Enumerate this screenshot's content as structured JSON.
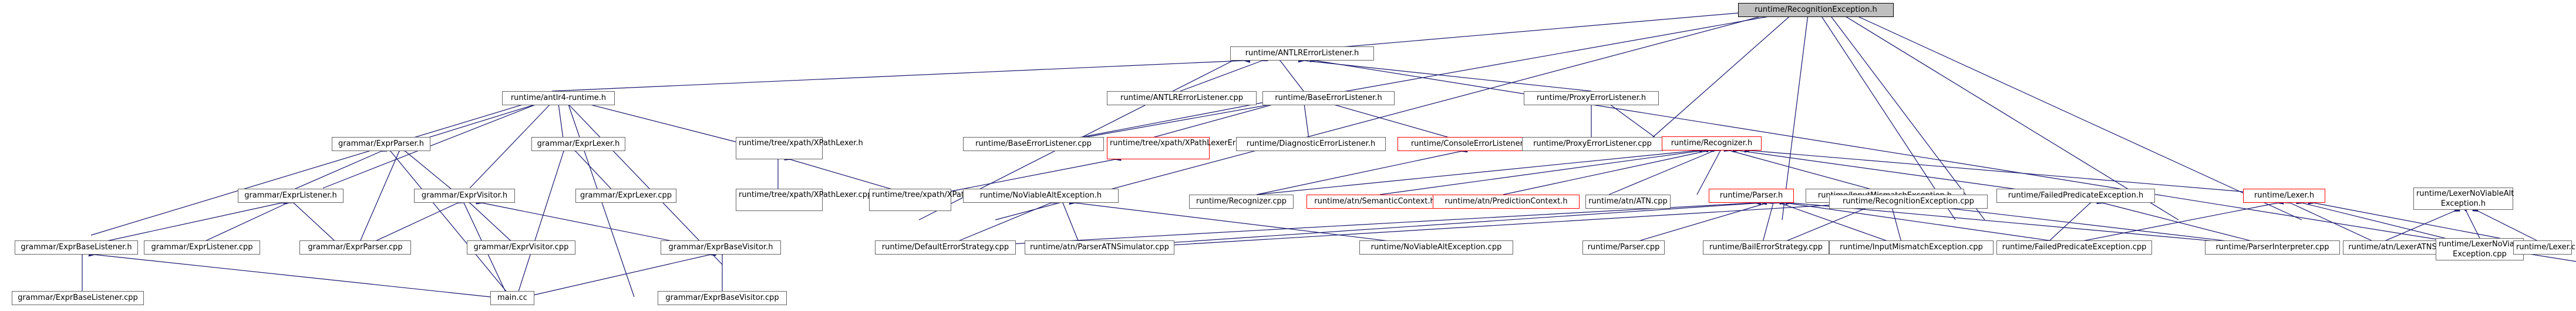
{
  "colors": {
    "edge": "#191970",
    "border": "#666666",
    "highlight": "#ff0000",
    "root_fill": "#bfbfbf"
  },
  "nodes": {
    "recognition_exception_h": "runtime/RecognitionException.h",
    "antlr_error_listener_h": "runtime/ANTLRErrorListener.h",
    "antlr4_runtime_h": "runtime/antlr4-runtime.h",
    "antlr_error_listener_cpp": "runtime/ANTLRErrorListener.cpp",
    "base_error_listener_h": "runtime/BaseErrorListener.h",
    "proxy_error_listener_h": "runtime/ProxyErrorListener.h",
    "expr_parser_h": "grammar/ExprParser.h",
    "expr_lexer_h": "grammar/ExprLexer.h",
    "xpath_lexer_h": "runtime/tree/xpath/XPathLexer.h",
    "base_error_listener_cpp": "runtime/BaseErrorListener.cpp",
    "xpath_lexer_error_listener_h": "runtime/tree/xpath/XPathLexerErrorListener.h",
    "diagnostic_error_listener_h": "runtime/DiagnosticErrorListener.h",
    "console_error_listener_h": "runtime/ConsoleErrorListener.h",
    "proxy_error_listener_cpp": "runtime/ProxyErrorListener.cpp",
    "recognizer_h": "runtime/Recognizer.h",
    "expr_listener_h": "grammar/ExprListener.h",
    "expr_visitor_h": "grammar/ExprVisitor.h",
    "expr_lexer_cpp": "grammar/ExprLexer.cpp",
    "xpath_lexer_cpp": "runtime/tree/xpath/XPathLexer.cpp",
    "xpath_cpp": "runtime/tree/xpath/XPath.cpp",
    "no_viable_alt_exception_h": "runtime/NoViableAltException.h",
    "recognizer_cpp": "runtime/Recognizer.cpp",
    "semantic_error_h": "runtime/atn/SemanticContext.h",
    "prediction_context_h": "runtime/atn/PredictionContext.h",
    "atn_h": "runtime/atn/ATN.cpp",
    "parser_h": "runtime/Parser.h",
    "input_mismatch_exception_h": "runtime/InputMismatchException.h",
    "recognition_exception_cpp": "runtime/RecognitionException.cpp",
    "failed_predicate_exception_h": "runtime/FailedPredicateException.h",
    "lexer_h": "runtime/Lexer.h",
    "lexer_no_viable_alt_exception_h_1": "runtime/LexerNoViableAlt",
    "lexer_no_viable_alt_exception_h_2": "Exception.h",
    "expr_base_listener_h": "grammar/ExprBaseListener.h",
    "expr_listener_cpp": "grammar/ExprListener.cpp",
    "expr_parser_cpp": "grammar/ExprParser.cpp",
    "expr_visitor_cpp": "grammar/ExprVisitor.cpp",
    "expr_base_visitor_h": "grammar/ExprBaseVisitor.h",
    "default_error_strategy_cpp": "runtime/DefaultErrorStrategy.cpp",
    "parser_atn_simulator_cpp": "runtime/atn/ParserATNSimulator.cpp",
    "no_viable_alt_exception_cpp": "runtime/NoViableAltException.cpp",
    "parser_cpp": "runtime/Parser.cpp",
    "bail_error_strategy_cpp": "runtime/BailErrorStrategy.cpp",
    "input_mismatch_exception_cpp": "runtime/InputMismatchException.cpp",
    "failed_predicate_exception_cpp": "runtime/FailedPredicateException.cpp",
    "parser_interpreter_cpp": "runtime/ParserInterpreter.cpp",
    "lexer_atn_simulator_cpp": "runtime/atn/LexerATNSimulator.cpp",
    "lexer_no_viable_alt_exception_cpp_1": "runtime/LexerNoViableAlt",
    "lexer_no_viable_alt_exception_cpp_2": "Exception.cpp",
    "lexer_cpp": "runtime/Lexer.cpp",
    "expr_base_listener_cpp": "grammar/ExprBaseListener.cpp",
    "main_cpp": "main.cc",
    "expr_base_visitor_cpp": "grammar/ExprBaseVisitor.cpp"
  }
}
